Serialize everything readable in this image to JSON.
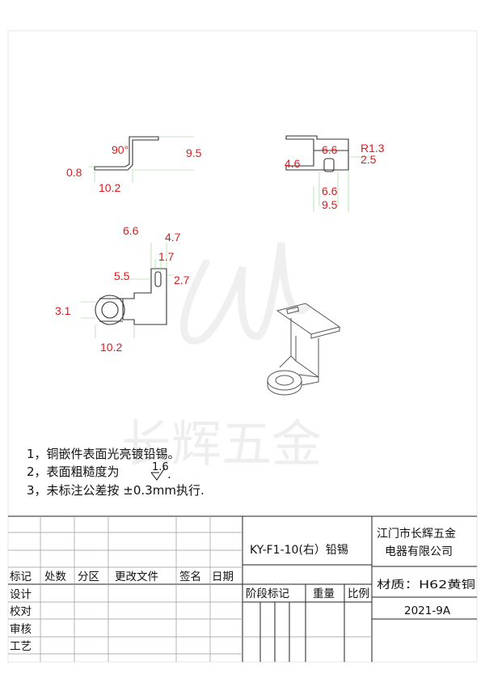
{
  "drawing": {
    "view_front_dims": {
      "angle": "90°",
      "height": "9.5",
      "thickness": "0.8",
      "length": "10.2"
    },
    "view_side_dims": {
      "width_top": "6.6",
      "radius": "R1.3",
      "height_left": "4.6",
      "height_right": "2.5",
      "width_mid": "6.6",
      "width_bottom": "9.5"
    },
    "view_top_dims": {
      "w1": "6.6",
      "w2": "4.7",
      "slot": "1.7",
      "tab": "5.5",
      "slot_len": "2.7",
      "hole": "3.1",
      "length": "10.2"
    }
  },
  "watermark": {
    "text": "长辉五金"
  },
  "notes": [
    "1，铜嵌件表面光亮镀铅锡。",
    "2，表面粗糙度为",
    "3，未标注公差按  ±0.3mm执行."
  ],
  "roughness_value": "1.6",
  "roughness_suffix": ".",
  "title_block": {
    "part_name": "KY-F1-10(右）铅锡",
    "company_line1": "江门市长辉五金",
    "company_line2": "电器有限公司",
    "headers": [
      "标记",
      "处数",
      "分区",
      "更改文件",
      "签名",
      "日期"
    ],
    "stage_headers": [
      "阶段标记",
      "重量",
      "比例"
    ],
    "material": "材质：H62黄铜",
    "date_code": "2021-9A",
    "roles": [
      "设计",
      "校对",
      "审核",
      "工艺"
    ]
  }
}
